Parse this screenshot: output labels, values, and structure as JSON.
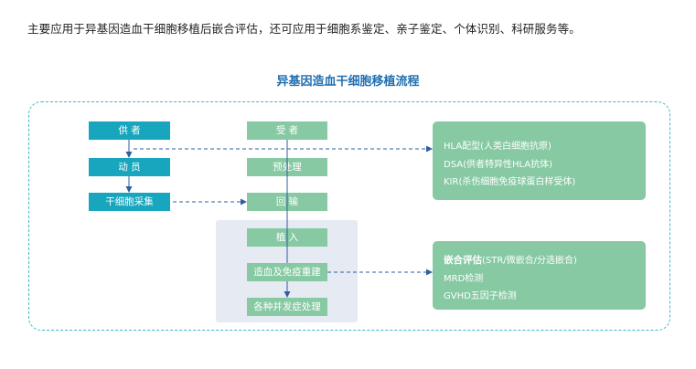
{
  "intro_text": "主要应用于异基因造血干细胞移植后嵌合评估，还可应用于细胞系鉴定、亲子鉴定、个体识别、科研服务等。",
  "diagram_title": "异基因造血干细胞移植流程",
  "donor_steps": [
    "供 者",
    "动 员",
    "干细胞采集"
  ],
  "recipient_steps": [
    "受 者",
    "预处理",
    "回 输",
    "植 入",
    "造血及免疫重建",
    "各种并发症处理"
  ],
  "pretransplant_box": {
    "lines": [
      "HLA配型(人类白细胞抗原)",
      "DSA(供者特异性HLA抗体)",
      "KIR(杀伤细胞免疫球蛋白样受体)"
    ]
  },
  "posttransplant_box": {
    "head_bold": "嵌合评估",
    "head_rest": "(STR/微嵌合/分选嵌合)",
    "lines": [
      "MRD检测",
      "GVHD五因子检测"
    ]
  },
  "colors": {
    "title_blue": "#1f6fb0",
    "donor_teal": "#17a6bd",
    "recipient_green": "#86c9a3",
    "panel_gray": "#e5eaf3",
    "arrow_blue": "#2e5f9e",
    "frame_dash": "#3fb7c6"
  }
}
